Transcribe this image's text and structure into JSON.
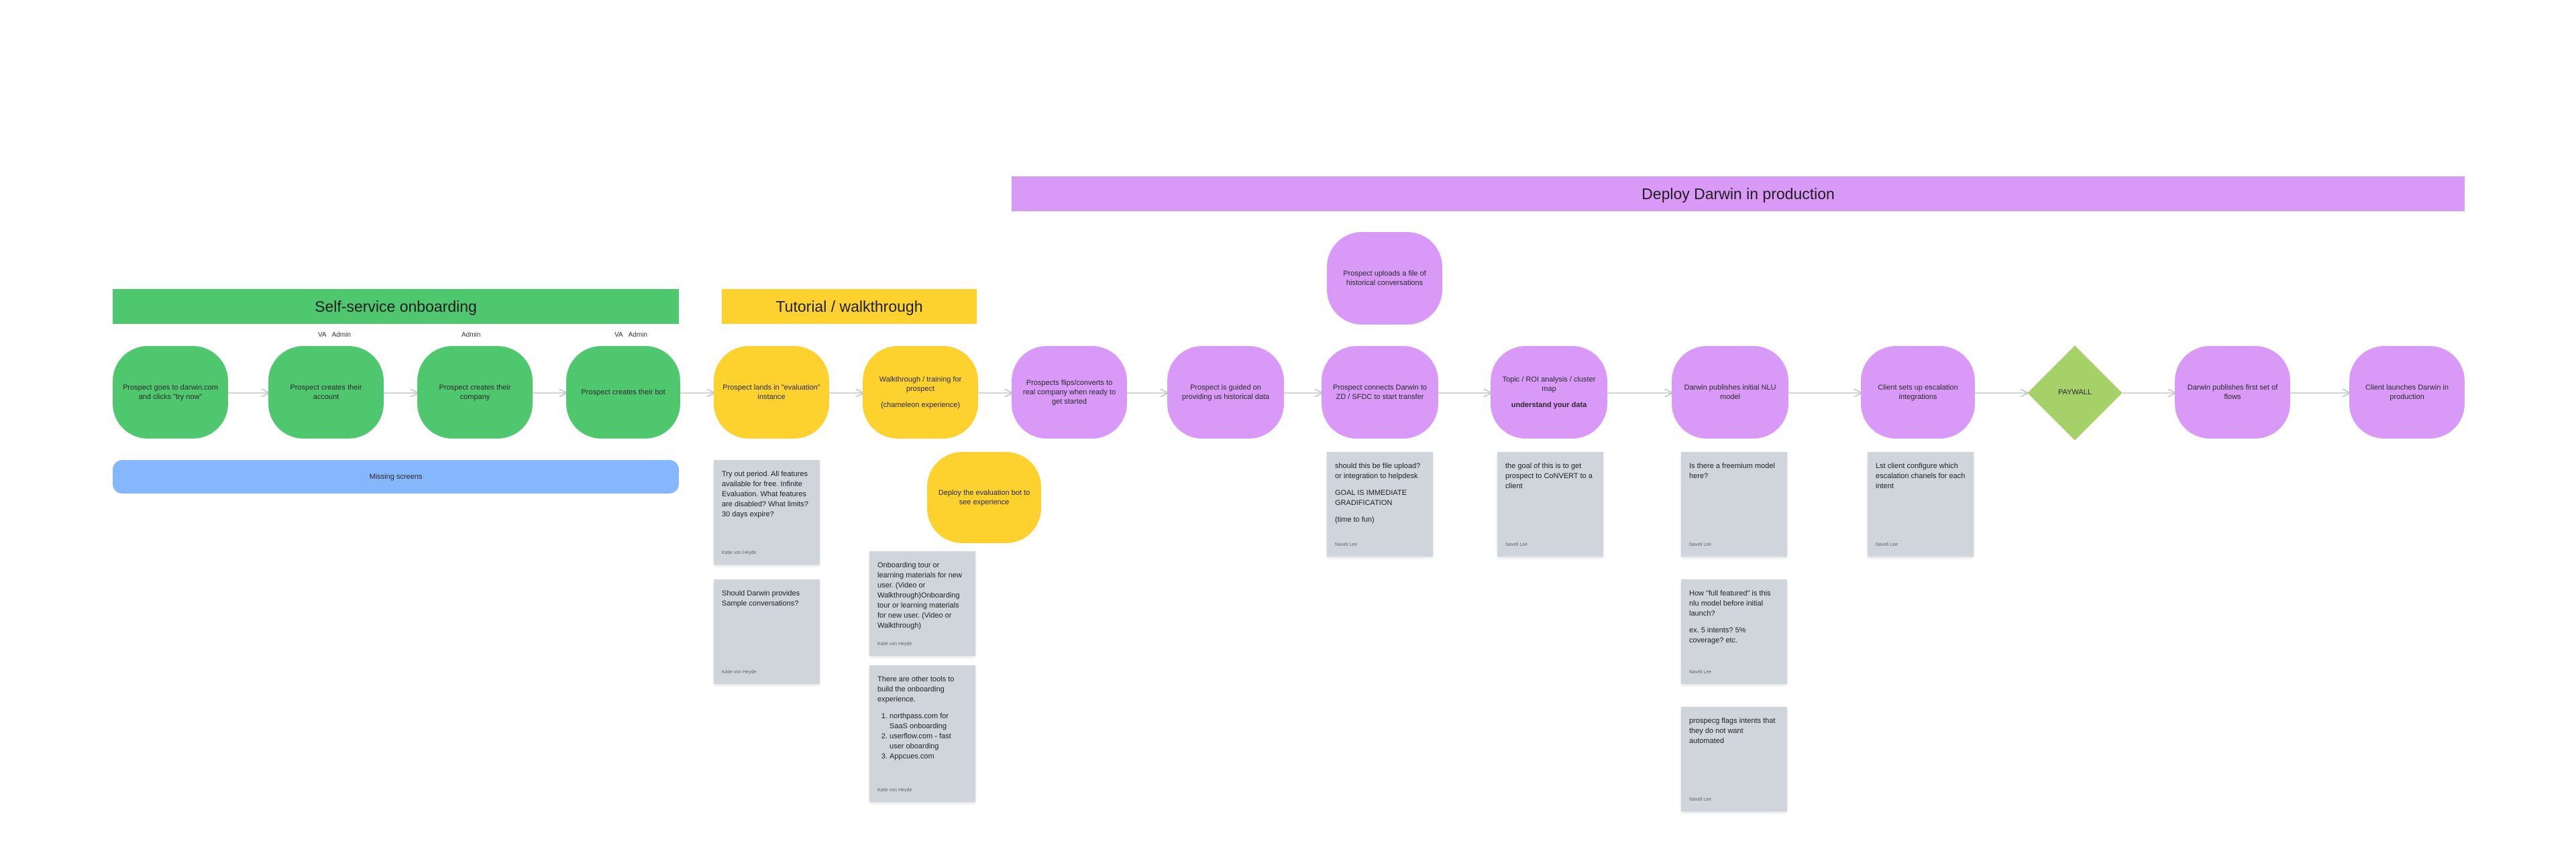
{
  "banners": {
    "deploy": "Deploy Darwin in production",
    "self_service": "Self-service onboarding",
    "tutorial": "Tutorial / walkthrough",
    "missing": "Missing screens"
  },
  "roles": {
    "r1": [
      "VA",
      "Admin"
    ],
    "r2": [
      "Admin"
    ],
    "r3": [
      "VA",
      "Admin"
    ]
  },
  "steps": {
    "s1": "Prospect goes to darwin.com and clicks \"try now\"",
    "s2": "Prospect creates their account",
    "s3": "Prospect creates their company",
    "s4": "Prospect creates their bot",
    "s5": "Prospect lands in \"evaluation\" instance",
    "s6_line1": "Walkthrough / training for prospect",
    "s6_line2": "(chameleon experience)",
    "s6b": "Deploy the evaluation bot to see experience",
    "s7": "Prospects flips/converts to real company when ready to get started",
    "s8": "Prospect is guided on providing us historical data",
    "s8b": "Prospect uploads a file of historical conversations",
    "s9": "Prospect connects Darwin to ZD / SFDC to start transfer",
    "s10_line1": "Topic / ROI analysis / cluster map",
    "s10_line2": "understand your data",
    "s11": "Darwin publishes initial NLU model",
    "s12": "Client sets up escalation integrations",
    "paywall": "PAYWALL",
    "s13": "Darwin publishes first set of flows",
    "s14": "Client launches Darwin in production"
  },
  "notes": {
    "n1": {
      "text": "Try out period. All features available for free. Infinite Evaluation. What features are disabled? What limits? 30 days expire?",
      "author": "Katie von Heyde"
    },
    "n2": {
      "text": "Should Darwin provides Sample conversations?",
      "author": "Katie von Heyde"
    },
    "n3": {
      "text": "Onboarding tour or learning materials for new user. (Video or Walkthrough)Onboarding tour or learning materials for new user. (Video or Walkthrough)",
      "author": "Katie von Heyde"
    },
    "n4": {
      "intro": "There are other tools to build the onboarding experience.",
      "items": [
        "northpass.com for SaaS onboarding",
        "userflow.com - fast user oboarding",
        "Appcues.com"
      ],
      "author": "Katie von Heyde"
    },
    "n5": {
      "l1": "should this be file upload? or integration to helpdesk",
      "l2": "GOAL IS IMMEDIATE GRADIFICATION",
      "l3": "(time to fun)",
      "author": "Naveli Lee"
    },
    "n6": {
      "text": "the goal of this is to get prospect to CoNVERT to a client",
      "author": "Naveli Lee"
    },
    "n7": {
      "text": "Is there a freemium model here?",
      "author": "Naveli Lee"
    },
    "n8": {
      "l1": "How \"full featured\" is this nlu model before initial launch?",
      "l2": "ex. 5 intents? 5% coverage? etc.",
      "author": "Naveli Lee"
    },
    "n9": {
      "text": "prospecg flags intents that they do not want automated",
      "author": "Naveli Lee"
    },
    "n10": {
      "text": "Lst client configure which escalation chanels for each intent",
      "author": "Naveli Lee"
    }
  },
  "colors": {
    "green": "#4fc76e",
    "yellow": "#fdd22f",
    "purple": "#d899f7",
    "blue": "#86b6fb",
    "paywall": "#a6d168",
    "note": "#d0d4db"
  }
}
